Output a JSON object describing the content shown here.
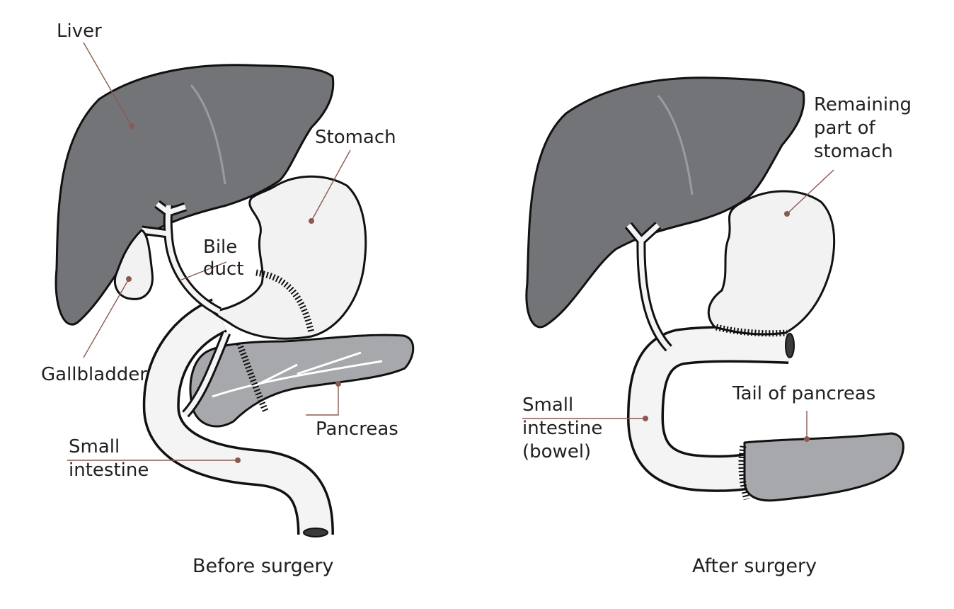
{
  "before": {
    "caption": "Before surgery",
    "labels": {
      "liver": "Liver",
      "stomach": "Stomach",
      "bile_duct": [
        "Bile",
        "duct"
      ],
      "gallbladder": "Gallbladder",
      "pancreas": "Pancreas",
      "small_intestine": [
        "Small",
        "intestine"
      ]
    }
  },
  "after": {
    "caption": "After surgery",
    "labels": {
      "remaining_stomach": [
        "Remaining",
        "part of",
        "stomach"
      ],
      "tail_of_pancreas": "Tail of pancreas",
      "small_intestine": [
        "Small",
        "intestine",
        "(bowel)"
      ]
    }
  },
  "colors": {
    "liver": "#737478",
    "pancreas": "#a7a8ab",
    "leader": "#8a5a50"
  }
}
